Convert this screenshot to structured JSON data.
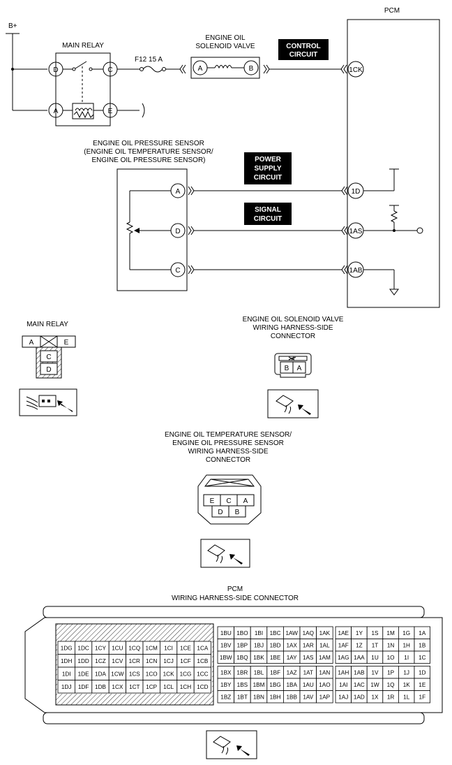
{
  "schematic": {
    "b_plus": "B+",
    "main_relay_title": "MAIN RELAY",
    "relay_pins": [
      "D",
      "C",
      "A",
      "E"
    ],
    "fuse": "F12 15 A",
    "valve_title": [
      "ENGINE OIL",
      "SOLENOID VALVE"
    ],
    "valve_pins": [
      "A",
      "B"
    ],
    "control_circuit": [
      "CONTROL",
      "CIRCUIT"
    ],
    "pcm_title": "PCM",
    "pcm_pins": [
      "1CK",
      "1D",
      "1AS",
      "1AB"
    ],
    "sensor_title": [
      "ENGINE OIL PRESSURE SENSOR",
      "(ENGINE OIL TEMPERATURE SENSOR/",
      "ENGINE OIL PRESSURE SENSOR)"
    ],
    "sensor_pins": [
      "A",
      "D",
      "C"
    ],
    "power_supply": [
      "POWER",
      "SUPPLY",
      "CIRCUIT"
    ],
    "signal_circuit": [
      "SIGNAL",
      "CIRCUIT"
    ]
  },
  "connectors": {
    "main_relay": {
      "title": "MAIN RELAY",
      "pins": [
        "A",
        "E",
        "C",
        "D"
      ]
    },
    "valve": {
      "title": [
        "ENGINE OIL SOLENOID VALVE",
        "WIRING HARNESS-SIDE",
        "CONNECTOR"
      ],
      "pins": [
        "B",
        "A"
      ]
    },
    "sensor": {
      "title": [
        "ENGINE OIL TEMPERATURE SENSOR/",
        "ENGINE OIL PRESSURE SENSOR",
        "WIRING HARNESS-SIDE",
        "CONNECTOR"
      ],
      "top_pins": [
        "E",
        "C",
        "A"
      ],
      "bottom_pins": [
        "D",
        "B"
      ]
    },
    "pcm": {
      "title": [
        "PCM",
        "WIRING HARNESS-SIDE CONNECTOR"
      ],
      "left_rows": [
        [
          "1DG",
          "1DC",
          "1CY",
          "1CU",
          "1CQ",
          "1CM",
          "1CI",
          "1CE",
          "1CA"
        ],
        [
          "1DH",
          "1DD",
          "1CZ",
          "1CV",
          "1CR",
          "1CN",
          "1CJ",
          "1CF",
          "1CB"
        ],
        [
          "1DI",
          "1DE",
          "1DA",
          "1CW",
          "1CS",
          "1CO",
          "1CK",
          "1CG",
          "1CC"
        ],
        [
          "1DJ",
          "1DF",
          "1DB",
          "1CX",
          "1CT",
          "1CP",
          "1CL",
          "1CH",
          "1CD"
        ]
      ],
      "mid_rows": [
        [
          "1BU",
          "1BO",
          "1BI",
          "1BC",
          "1AW",
          "1AQ",
          "1AK"
        ],
        [
          "1BV",
          "1BP",
          "1BJ",
          "1BD",
          "1AX",
          "1AR",
          "1AL"
        ],
        [
          "1BW",
          "1BQ",
          "1BK",
          "1BE",
          "1AY",
          "1AS",
          "1AM"
        ],
        [
          "1BX",
          "1BR",
          "1BL",
          "1BF",
          "1AZ",
          "1AT",
          "1AN"
        ],
        [
          "1BY",
          "1BS",
          "1BM",
          "1BG",
          "1BA",
          "1AU",
          "1AO"
        ],
        [
          "1BZ",
          "1BT",
          "1BN",
          "1BH",
          "1BB",
          "1AV",
          "1AP"
        ]
      ],
      "right_rows": [
        [
          "1AE",
          "1Y",
          "1S",
          "1M",
          "1G",
          "1A"
        ],
        [
          "1AF",
          "1Z",
          "1T",
          "1N",
          "1H",
          "1B"
        ],
        [
          "1AG",
          "1AA",
          "1U",
          "1O",
          "1I",
          "1C"
        ],
        [
          "1AH",
          "1AB",
          "1V",
          "1P",
          "1J",
          "1D"
        ],
        [
          "1AI",
          "1AC",
          "1W",
          "1Q",
          "1K",
          "1E"
        ],
        [
          "1AJ",
          "1AD",
          "1X",
          "1R",
          "1L",
          "1F"
        ]
      ]
    }
  }
}
